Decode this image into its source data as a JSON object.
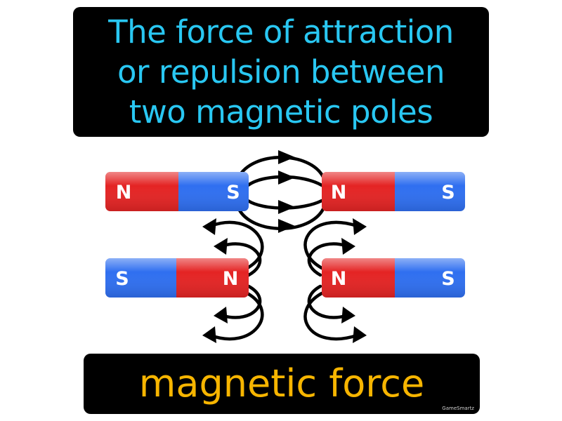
{
  "definition": {
    "lines": [
      "The force of attraction",
      "or repulsion between",
      "two magnetic poles"
    ]
  },
  "term": "magnetic force",
  "credit": "GameSmartz",
  "colors": {
    "north_pole": "#e42424",
    "south_pole": "#2f6ff0",
    "definition_text": "#29c7f2",
    "term_text": "#f7b500",
    "background_box": "#000000"
  },
  "magnets": [
    {
      "left_pole": "N",
      "right_pole": "S"
    },
    {
      "left_pole": "N",
      "right_pole": "S"
    },
    {
      "left_pole": "S",
      "right_pole": "N"
    },
    {
      "left_pole": "N",
      "right_pole": "S"
    }
  ]
}
